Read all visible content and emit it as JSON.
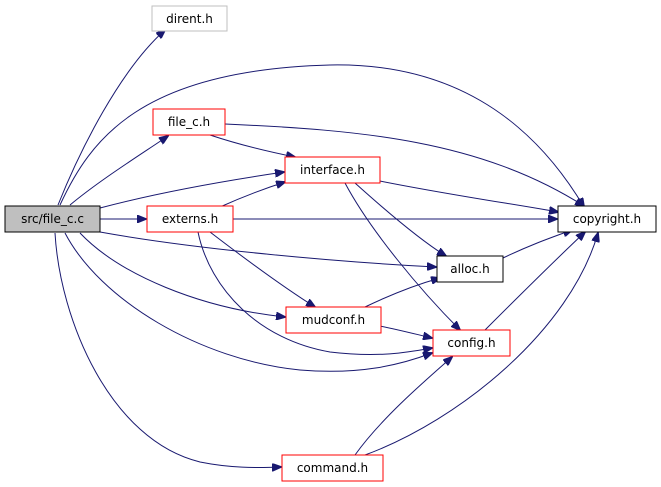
{
  "graph": {
    "nodes": {
      "src_file_c_c": {
        "label": "src/file_c.c",
        "style": "root",
        "fill": "#bfbfbf",
        "border": "#000000"
      },
      "dirent_h": {
        "label": "dirent.h",
        "style": "external",
        "fill": "#ffffff",
        "border": "#bfbfbf"
      },
      "file_c_h": {
        "label": "file_c.h",
        "style": "linked",
        "fill": "#ffffff",
        "border": "#ff0000"
      },
      "interface_h": {
        "label": "interface.h",
        "style": "linked",
        "fill": "#ffffff",
        "border": "#ff0000"
      },
      "externs_h": {
        "label": "externs.h",
        "style": "linked",
        "fill": "#ffffff",
        "border": "#ff0000"
      },
      "copyright_h": {
        "label": "copyright.h",
        "style": "leaf",
        "fill": "#ffffff",
        "border": "#000000"
      },
      "alloc_h": {
        "label": "alloc.h",
        "style": "leaf",
        "fill": "#ffffff",
        "border": "#000000"
      },
      "mudconf_h": {
        "label": "mudconf.h",
        "style": "linked",
        "fill": "#ffffff",
        "border": "#ff0000"
      },
      "config_h": {
        "label": "config.h",
        "style": "linked",
        "fill": "#ffffff",
        "border": "#ff0000"
      },
      "command_h": {
        "label": "command.h",
        "style": "linked",
        "fill": "#ffffff",
        "border": "#ff0000"
      }
    },
    "edges": [
      {
        "from": "src/file_c.c",
        "to": "dirent.h"
      },
      {
        "from": "src/file_c.c",
        "to": "copyright.h"
      },
      {
        "from": "src/file_c.c",
        "to": "file_c.h"
      },
      {
        "from": "src/file_c.c",
        "to": "interface.h"
      },
      {
        "from": "src/file_c.c",
        "to": "externs.h"
      },
      {
        "from": "src/file_c.c",
        "to": "alloc.h"
      },
      {
        "from": "src/file_c.c",
        "to": "mudconf.h"
      },
      {
        "from": "src/file_c.c",
        "to": "config.h"
      },
      {
        "from": "src/file_c.c",
        "to": "command.h"
      },
      {
        "from": "file_c.h",
        "to": "copyright.h"
      },
      {
        "from": "file_c.h",
        "to": "interface.h"
      },
      {
        "from": "interface.h",
        "to": "copyright.h"
      },
      {
        "from": "interface.h",
        "to": "alloc.h"
      },
      {
        "from": "interface.h",
        "to": "config.h"
      },
      {
        "from": "externs.h",
        "to": "copyright.h"
      },
      {
        "from": "externs.h",
        "to": "interface.h"
      },
      {
        "from": "externs.h",
        "to": "mudconf.h"
      },
      {
        "from": "externs.h",
        "to": "config.h"
      },
      {
        "from": "alloc.h",
        "to": "copyright.h"
      },
      {
        "from": "mudconf.h",
        "to": "alloc.h"
      },
      {
        "from": "mudconf.h",
        "to": "config.h"
      },
      {
        "from": "config.h",
        "to": "copyright.h"
      },
      {
        "from": "command.h",
        "to": "config.h"
      },
      {
        "from": "command.h",
        "to": "copyright.h"
      }
    ],
    "colors": {
      "edge": "#191970"
    }
  }
}
